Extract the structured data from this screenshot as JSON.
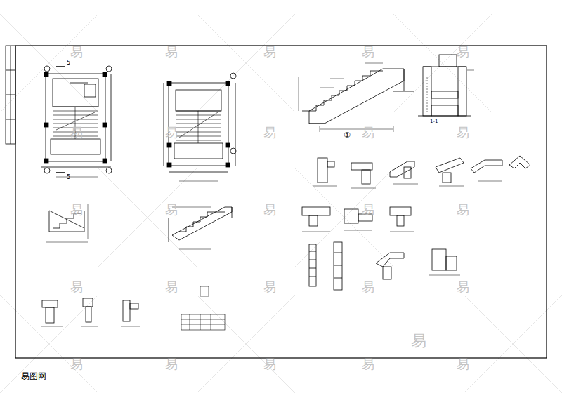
{
  "diagram": {
    "labels": [
      "5",
      "5",
      "①",
      "1-1",
      "易",
      "易",
      "易",
      "易",
      "易",
      "易",
      "易",
      "易",
      "易",
      "易",
      "易",
      "易",
      "易",
      "易",
      "易",
      "易",
      "易",
      "易",
      "易",
      "易",
      "易",
      "易",
      "易",
      "易",
      "易",
      "易",
      "易图网"
    ]
  }
}
